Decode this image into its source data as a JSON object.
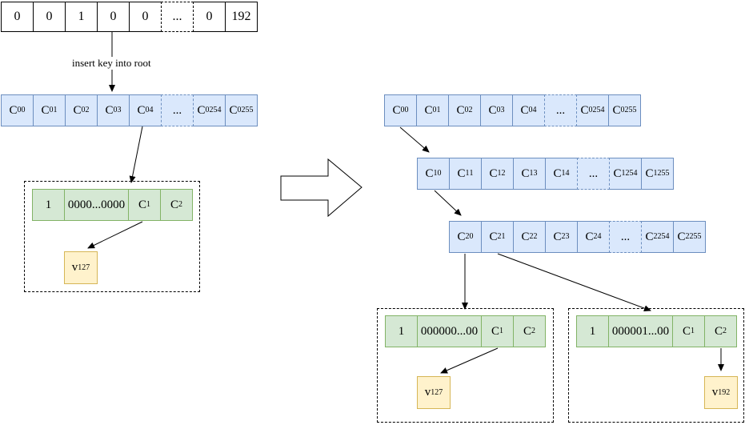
{
  "colors": {
    "blue_fill": "#dae8fc",
    "blue_stroke": "#6c8ebf",
    "green_fill": "#d5e8d4",
    "green_stroke": "#82b366",
    "yellow_fill": "#fff2cc",
    "yellow_stroke": "#d6b656",
    "key_fill": "#ffffff",
    "line": "#000000"
  },
  "labels": {
    "insert_key": "insert key into root"
  },
  "key_array": {
    "cells": [
      {
        "text": "0"
      },
      {
        "text": "0"
      },
      {
        "text": "1"
      },
      {
        "text": "0"
      },
      {
        "text": "0"
      },
      {
        "text": "...",
        "dashed": true
      },
      {
        "text": "0"
      },
      {
        "text": "192"
      }
    ]
  },
  "left": {
    "root_array": {
      "cells": [
        {
          "base": "C",
          "sup": "0",
          "sub": "0"
        },
        {
          "base": "C",
          "sup": "0",
          "sub": "1"
        },
        {
          "base": "C",
          "sup": "0",
          "sub": "2"
        },
        {
          "base": "C",
          "sup": "0",
          "sub": "3"
        },
        {
          "base": "C",
          "sup": "0",
          "sub": "4"
        },
        {
          "text": "...",
          "dashed": true
        },
        {
          "base": "C",
          "sup": "0",
          "sub": "254"
        },
        {
          "base": "C",
          "sup": "0",
          "sub": "255"
        }
      ]
    },
    "leaf": {
      "array": {
        "cells": [
          {
            "text": "1"
          },
          {
            "text": "0000...0000"
          },
          {
            "base": "C",
            "sub": "1"
          },
          {
            "base": "C",
            "sub": "2"
          }
        ]
      },
      "value": {
        "base": "v",
        "sub": "127"
      }
    }
  },
  "right": {
    "level0": {
      "cells": [
        {
          "base": "C",
          "sup": "0",
          "sub": "0"
        },
        {
          "base": "C",
          "sup": "0",
          "sub": "1"
        },
        {
          "base": "C",
          "sup": "0",
          "sub": "2"
        },
        {
          "base": "C",
          "sup": "0",
          "sub": "3"
        },
        {
          "base": "C",
          "sup": "0",
          "sub": "4"
        },
        {
          "text": "...",
          "dashed": true
        },
        {
          "base": "C",
          "sup": "0",
          "sub": "254"
        },
        {
          "base": "C",
          "sup": "0",
          "sub": "255"
        }
      ]
    },
    "level1": {
      "cells": [
        {
          "base": "C",
          "sup": "1",
          "sub": "0"
        },
        {
          "base": "C",
          "sup": "1",
          "sub": "1"
        },
        {
          "base": "C",
          "sup": "1",
          "sub": "2"
        },
        {
          "base": "C",
          "sup": "1",
          "sub": "3"
        },
        {
          "base": "C",
          "sup": "1",
          "sub": "4"
        },
        {
          "text": "...",
          "dashed": true
        },
        {
          "base": "C",
          "sup": "1",
          "sub": "254"
        },
        {
          "base": "C",
          "sup": "1",
          "sub": "255"
        }
      ]
    },
    "level2": {
      "cells": [
        {
          "base": "C",
          "sup": "2",
          "sub": "0"
        },
        {
          "base": "C",
          "sup": "2",
          "sub": "1"
        },
        {
          "base": "C",
          "sup": "2",
          "sub": "2"
        },
        {
          "base": "C",
          "sup": "2",
          "sub": "3"
        },
        {
          "base": "C",
          "sup": "2",
          "sub": "4"
        },
        {
          "text": "...",
          "dashed": true
        },
        {
          "base": "C",
          "sup": "2",
          "sub": "254"
        },
        {
          "base": "C",
          "sup": "2",
          "sub": "255"
        }
      ]
    },
    "leaf1": {
      "array": {
        "cells": [
          {
            "text": "1"
          },
          {
            "text": "000000...00"
          },
          {
            "base": "C",
            "sub": "1"
          },
          {
            "base": "C",
            "sub": "2"
          }
        ]
      },
      "value": {
        "base": "v",
        "sub": "127"
      }
    },
    "leaf2": {
      "array": {
        "cells": [
          {
            "text": "1"
          },
          {
            "text": "000001...00"
          },
          {
            "base": "C",
            "sub": "1"
          },
          {
            "base": "C",
            "sub": "2"
          }
        ]
      },
      "value": {
        "base": "v",
        "sub": "192"
      }
    }
  }
}
